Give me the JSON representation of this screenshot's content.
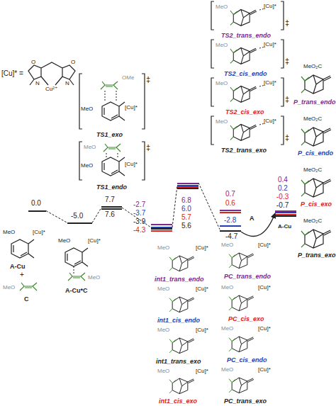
{
  "diagram": {
    "nodes": [
      {
        "text": [
          "0.0"
        ]
      },
      {
        "text": [
          "-5.0"
        ]
      },
      {
        "text": [
          "7.7",
          "7.6"
        ]
      },
      {
        "text": [
          "-2.7",
          "-3.7",
          "-3.9",
          "-4.3"
        ]
      },
      {
        "text": [
          "6.8",
          "6.0",
          "5.7",
          "5.6"
        ]
      },
      {
        "text": [
          "0.7",
          "0.6",
          "-2.8",
          "-4.7"
        ]
      },
      {
        "text": [
          "0.4",
          "0.2",
          "-0.3",
          "-0.7"
        ]
      }
    ],
    "edges": [
      {
        "from": 0,
        "to": 1,
        "arrow": "none"
      },
      {
        "from": 1,
        "to": 2,
        "arrow": "none"
      },
      {
        "from": 2,
        "to": 3,
        "arrow": "none"
      },
      {
        "from": 3,
        "to": 4,
        "arrow": "none"
      },
      {
        "from": 4,
        "to": 5,
        "arrow": "none"
      },
      {
        "from": 5,
        "to": 6,
        "arrow": "to"
      }
    ],
    "labels": [
      "[Cu]* =",
      "O",
      "O",
      "N",
      "N",
      "Cu²⁺",
      "MeO",
      "[Cu]*",
      "‡",
      "TS2_trans_endo",
      "MeO",
      "[Cu]*",
      "‡",
      "TS2_cis_endo",
      "MeO",
      "[Cu]*",
      "‡",
      "TS2_cis_exo",
      "MeO",
      "[Cu]*",
      "‡",
      "TS2_trans_exo",
      "OMe",
      "MeO",
      "[Cu]*",
      "‡",
      "TS1_exo",
      "MeO",
      "MeO",
      "[Cu]*",
      "‡",
      "TS1_endo",
      "MeO₂C",
      "P_trans_endo",
      "MeO₂C",
      "P_cis_endo",
      "MeO₂C",
      "P_cis_exo",
      "MeO₂C",
      "P_trans_exo",
      "MeO",
      "[Cu]*",
      "A-Cu",
      "+",
      "MeO",
      "C",
      "MeO",
      "[Cu]*",
      "MeO",
      "A-Cu*C",
      "MeO",
      "[Cu]*",
      "int1_trans_endo",
      "MeO",
      "[Cu]*",
      "int1_cis_endo",
      "MeO",
      "[Cu]*",
      "int1_trans_exo",
      "MeO",
      "[Cu]*",
      "int1_cis_exo",
      "MeO",
      "[Cu]*",
      "PC_trans_endo",
      "MeO",
      "[Cu]*",
      "PC_cis_exo",
      "MeO",
      "[Cu]*",
      "PC_cis_endo",
      "MeO",
      "[Cu]*",
      "PC_trans_exo",
      "A",
      "A-Cu"
    ]
  }
}
